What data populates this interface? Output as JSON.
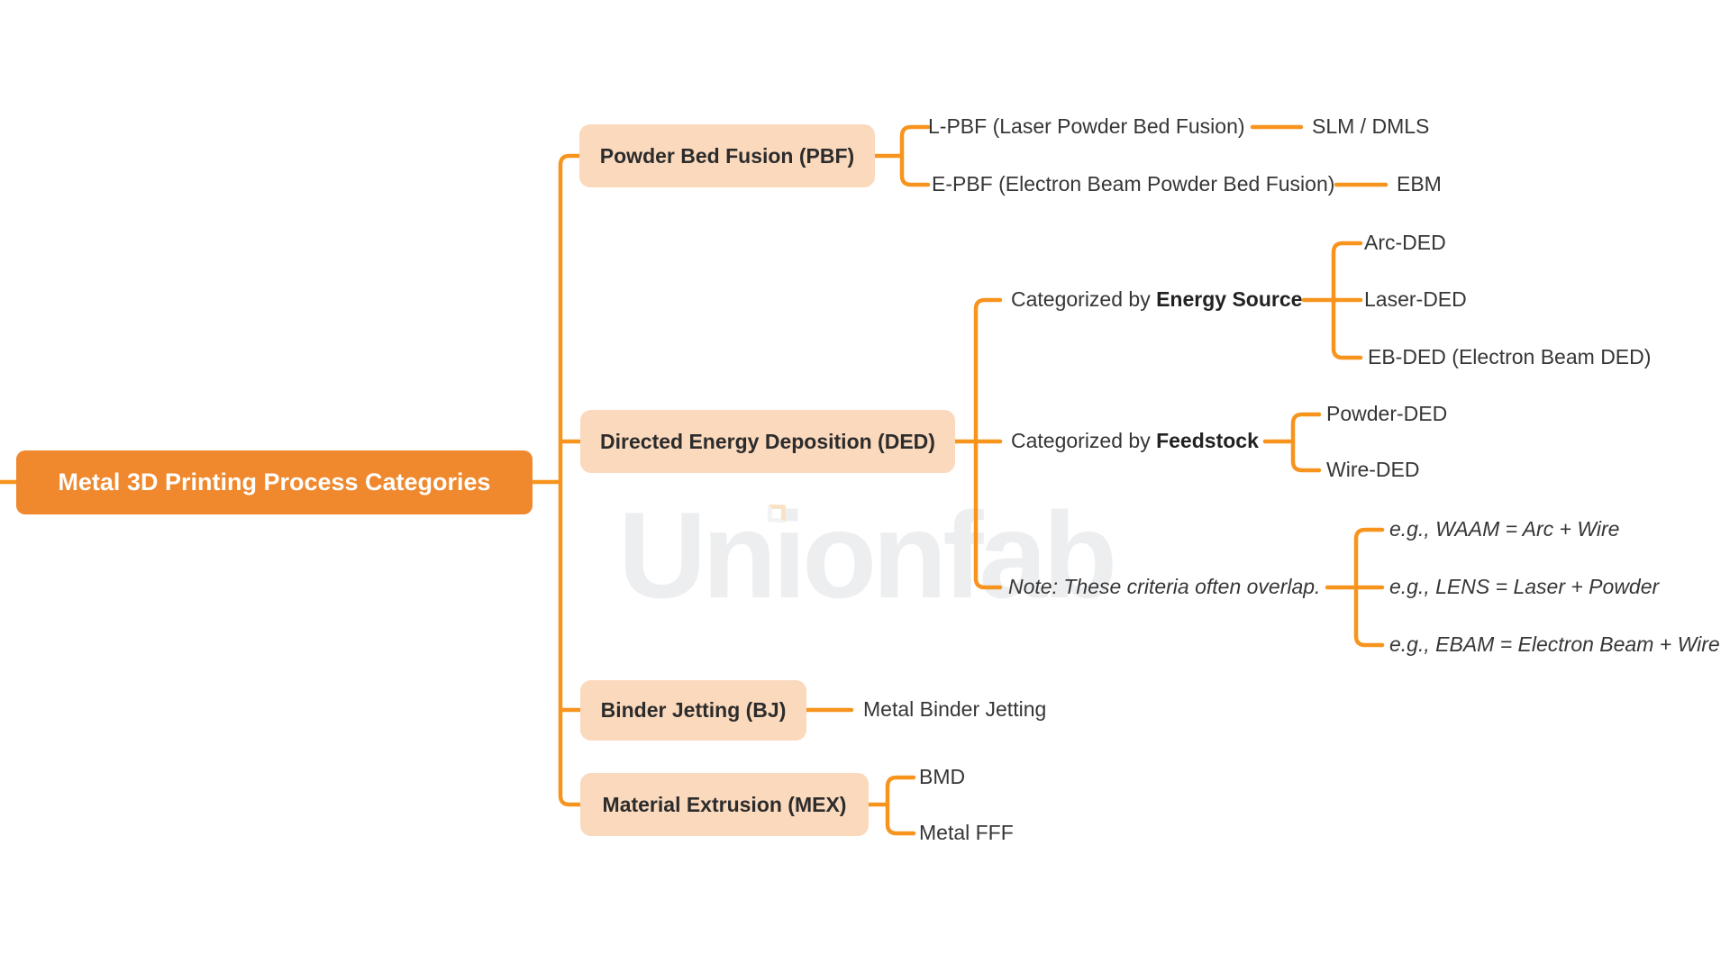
{
  "colors": {
    "accent": "#F7941E",
    "root_fill": "#F0882D",
    "category_fill": "#FBD9BD",
    "root_text": "#FFFFFF",
    "leaf_text": "#363636",
    "watermark": "#EDEEF0"
  },
  "watermark": {
    "text": "Unionfab",
    "accent_icon": "cube-corner-mark"
  },
  "tree": {
    "root": {
      "label": "Metal 3D Printing Process Categories"
    },
    "pbf": {
      "label": "Powder Bed Fusion (PBF)",
      "children": [
        {
          "label": "L-PBF (Laser Powder Bed Fusion)",
          "alias": "SLM / DMLS"
        },
        {
          "label": "E-PBF (Electron Beam Powder Bed Fusion)",
          "alias": "EBM"
        }
      ]
    },
    "ded": {
      "label": "Directed Energy Deposition (DED)",
      "groups": [
        {
          "prefix": "Categorized by ",
          "keyword": "Energy Source",
          "items": [
            "Arc-DED",
            "Laser-DED",
            "EB-DED (Electron Beam DED)"
          ]
        },
        {
          "prefix": "Categorized by ",
          "keyword": "Feedstock",
          "items": [
            "Powder-DED",
            "Wire-DED"
          ]
        },
        {
          "note": "Note: These criteria often overlap.",
          "items": [
            "e.g., WAAM = Arc + Wire",
            "e.g., LENS = Laser + Powder",
            "e.g., EBAM = Electron Beam + Wire"
          ]
        }
      ]
    },
    "bj": {
      "label": "Binder Jetting (BJ)",
      "child": "Metal Binder Jetting"
    },
    "mex": {
      "label": "Material Extrusion (MEX)",
      "items": [
        "BMD",
        "Metal FFF"
      ]
    }
  }
}
